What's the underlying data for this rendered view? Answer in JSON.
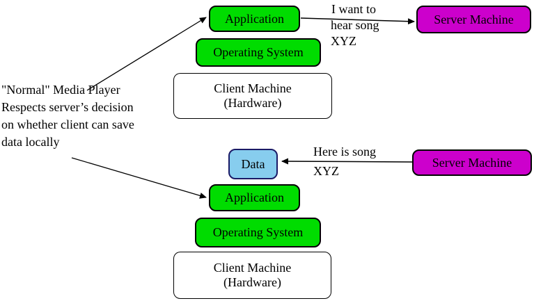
{
  "colors": {
    "box_green": "#00DC00",
    "box_magenta": "#CC00CC",
    "box_blue": "#87CDEE",
    "box_white": "#FFFFFF",
    "line_black": "#000000"
  },
  "annotation": {
    "line1": "\"Normal\" Media Player",
    "line2": "Respects server’s decision",
    "line3": "on whether client can save",
    "line4": "data locally"
  },
  "top_flow": {
    "application": "Application",
    "operating_system": "Operating System",
    "client_machine_line1": "Client Machine",
    "client_machine_line2": "(Hardware)",
    "server_machine": "Server Machine",
    "request_line1": "I want to",
    "request_line2": "hear song",
    "request_line3": "XYZ"
  },
  "bottom_flow": {
    "data": "Data",
    "application": "Application",
    "operating_system": "Operating System",
    "client_machine_line1": "Client Machine",
    "client_machine_line2": "(Hardware)",
    "server_machine": "Server Machine",
    "response_line1": "Here is song",
    "response_line2": "XYZ"
  }
}
